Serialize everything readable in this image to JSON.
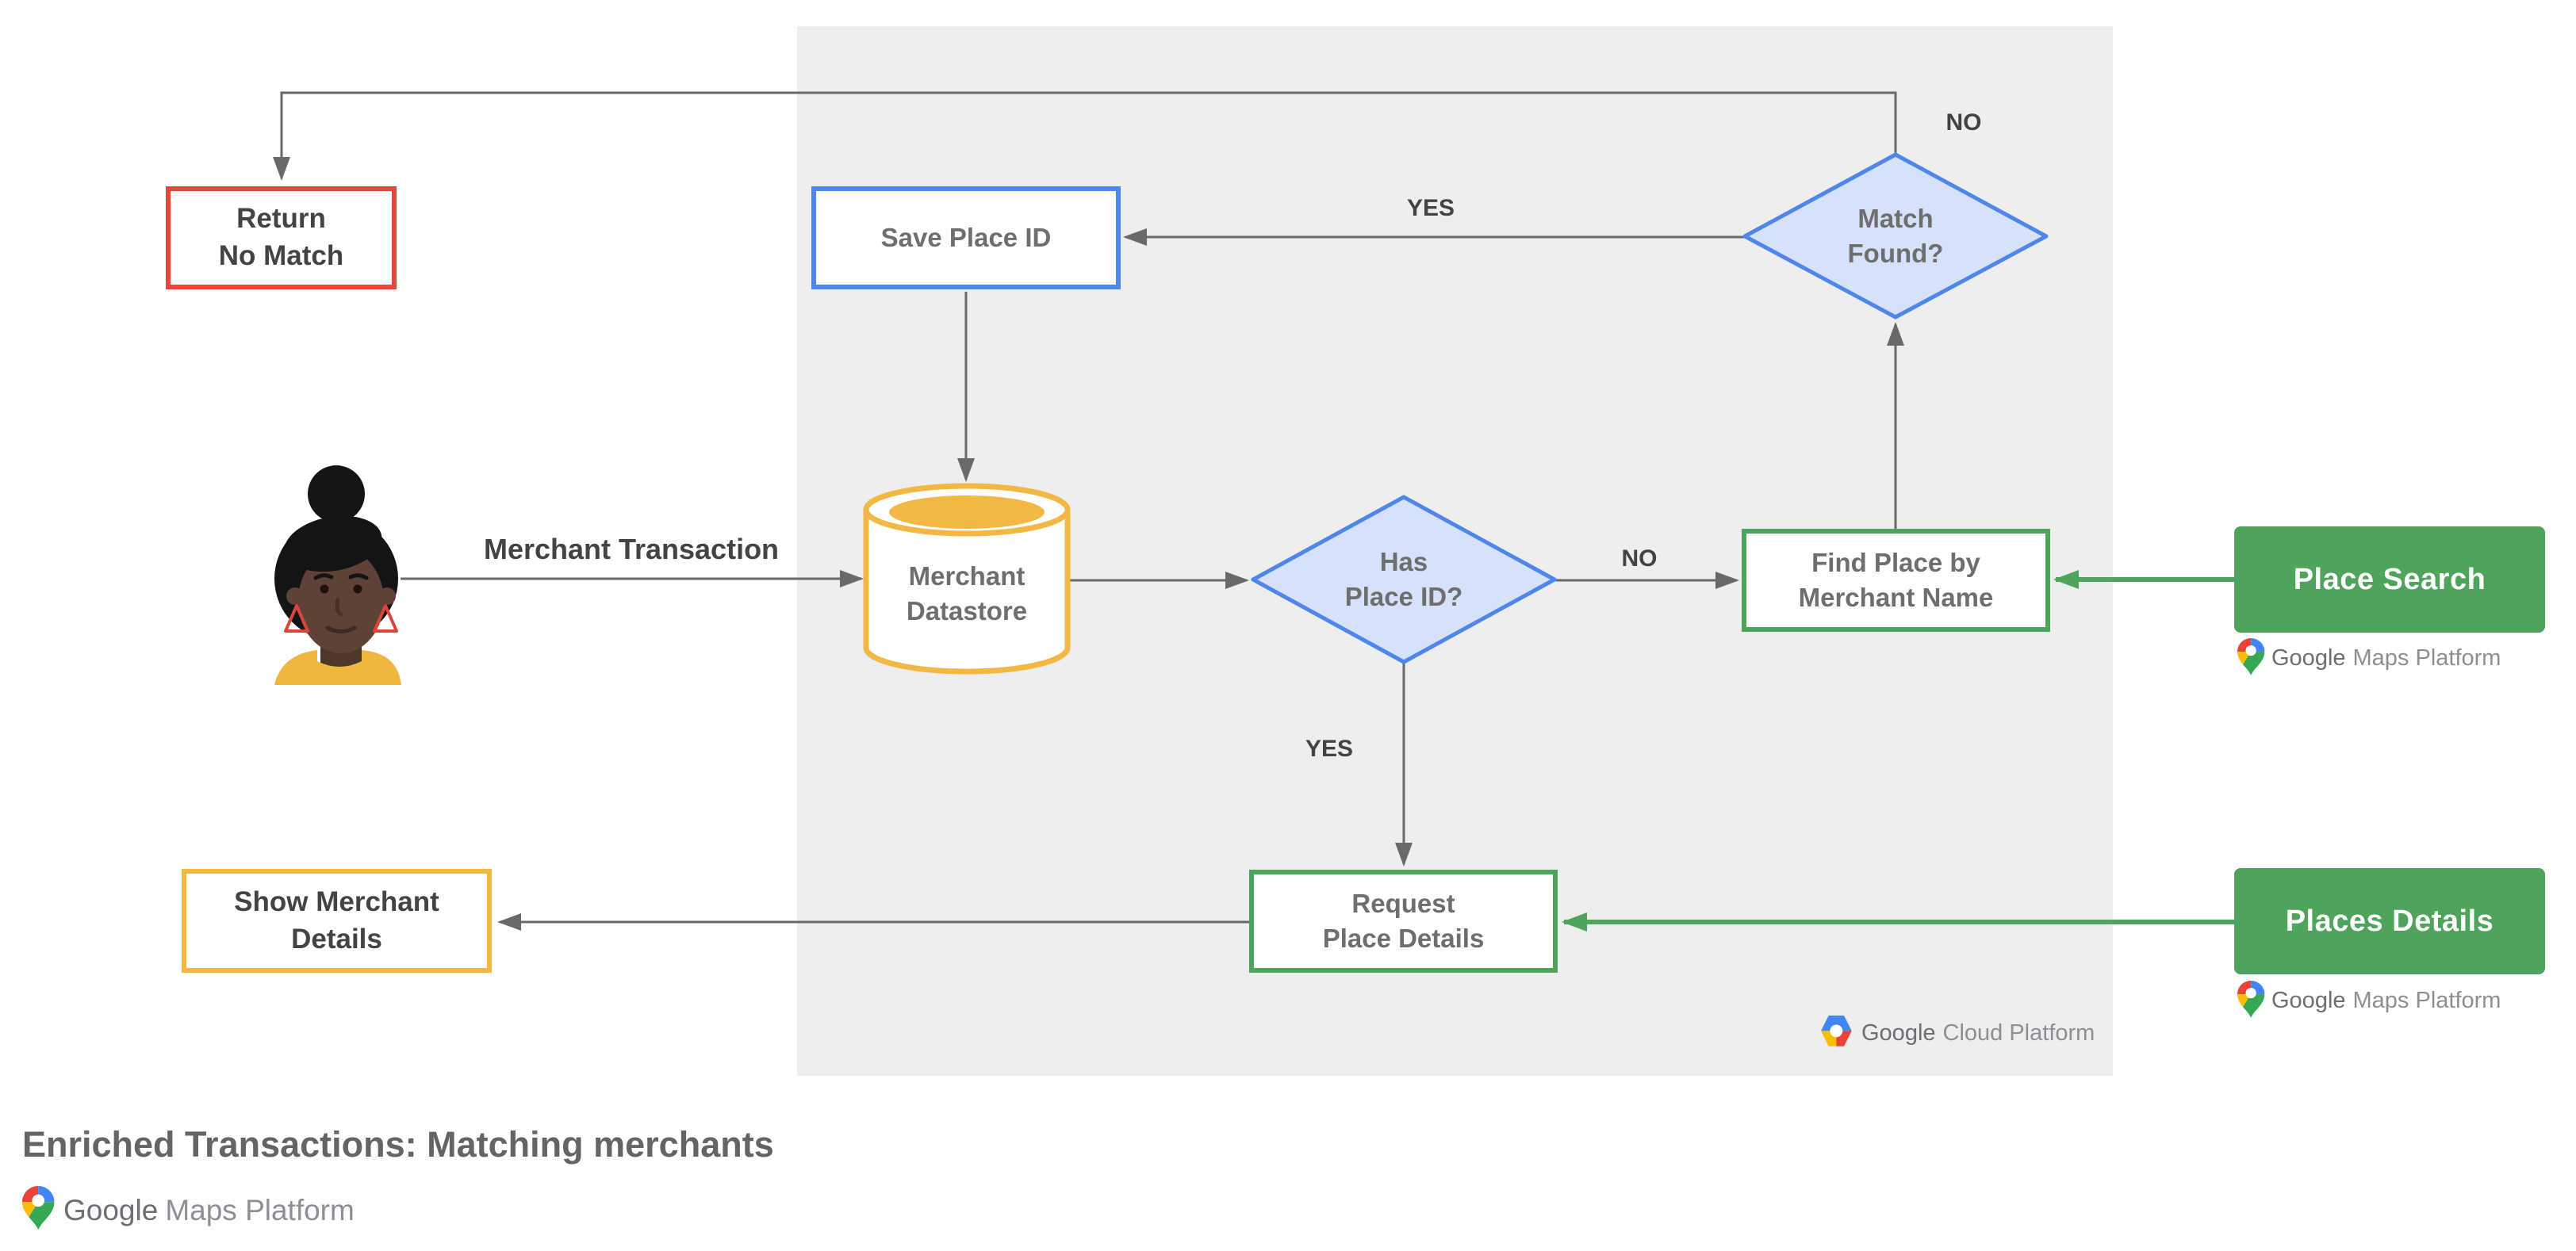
{
  "title": "Enriched Transactions: Matching merchants",
  "colors": {
    "red": "#E2493B",
    "blue": "#4E86EC",
    "blue_fill": "#D6E2FA",
    "yellow": "#F3B843",
    "green": "#4EA45A",
    "panel_gray": "#EEEEEE",
    "arrow_gray": "#696969",
    "text_dark": "#434343",
    "text_gray": "#6E6E6E"
  },
  "nodes": {
    "return_no_match": {
      "lines": [
        "Return",
        "No Match"
      ]
    },
    "save_place_id": {
      "label": "Save Place ID"
    },
    "match_found": {
      "lines": [
        "Match",
        "Found?"
      ]
    },
    "merchant_datastore": {
      "lines": [
        "Merchant",
        "Datastore"
      ]
    },
    "has_place_id": {
      "lines": [
        "Has",
        "Place ID?"
      ]
    },
    "find_place": {
      "lines": [
        "Find Place by",
        "Merchant Name"
      ]
    },
    "place_search": {
      "label": "Place Search"
    },
    "request_place_details": {
      "lines": [
        "Request",
        "Place Details"
      ]
    },
    "places_details": {
      "label": "Places Details"
    },
    "show_merchant_details": {
      "lines": [
        "Show Merchant",
        "Details"
      ]
    }
  },
  "edge_labels": {
    "no_top": "NO",
    "yes_top": "YES",
    "no_mid": "NO",
    "yes_mid": "YES",
    "merchant_transaction": "Merchant Transaction"
  },
  "logos": {
    "gcp": {
      "google": "Google",
      "product": "Cloud Platform"
    },
    "gmp_place_search": {
      "google": "Google",
      "product": "Maps Platform"
    },
    "gmp_places_details": {
      "google": "Google",
      "product": "Maps Platform"
    },
    "gmp_footer": {
      "google": "Google",
      "product": "Maps Platform"
    }
  }
}
